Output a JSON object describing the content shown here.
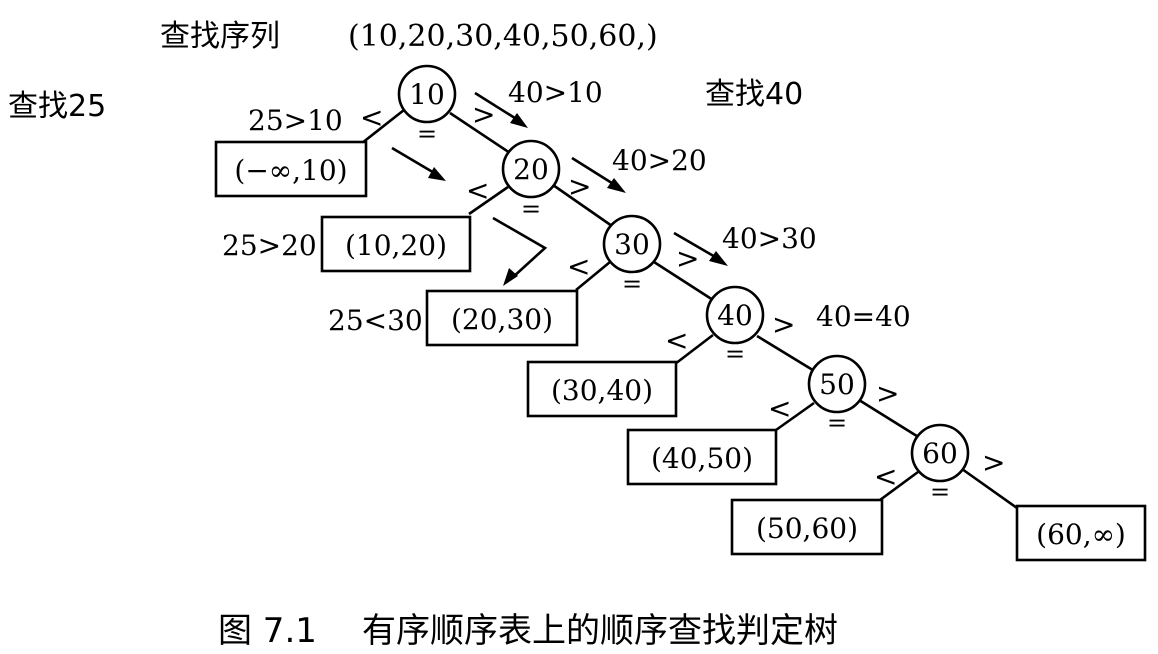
{
  "header": {
    "sequence_label": "查找序列",
    "sequence_value": "(10,20,30,40,50,60,)",
    "search_25_label": "查找25",
    "search_40_label": "查找40"
  },
  "caption": {
    "figure_number": "图 7.1",
    "title": "有序顺序表上的顺序查找判定树"
  },
  "tree": {
    "nodes": [
      "10",
      "20",
      "30",
      "40",
      "50",
      "60"
    ],
    "leaves": [
      "(−∞,10)",
      "(10,20)",
      "(20,30)",
      "(30,40)",
      "(40,50)",
      "(50,60)",
      "(60,∞)"
    ],
    "left_symbol": "<",
    "right_symbol": ">",
    "equal_symbol": "="
  },
  "search_path_25": {
    "comparisons": [
      "25>10",
      "25>20",
      "25<30"
    ]
  },
  "search_path_40": {
    "comparisons": [
      "40>10",
      "40>20",
      "40>30",
      "40=40"
    ]
  }
}
